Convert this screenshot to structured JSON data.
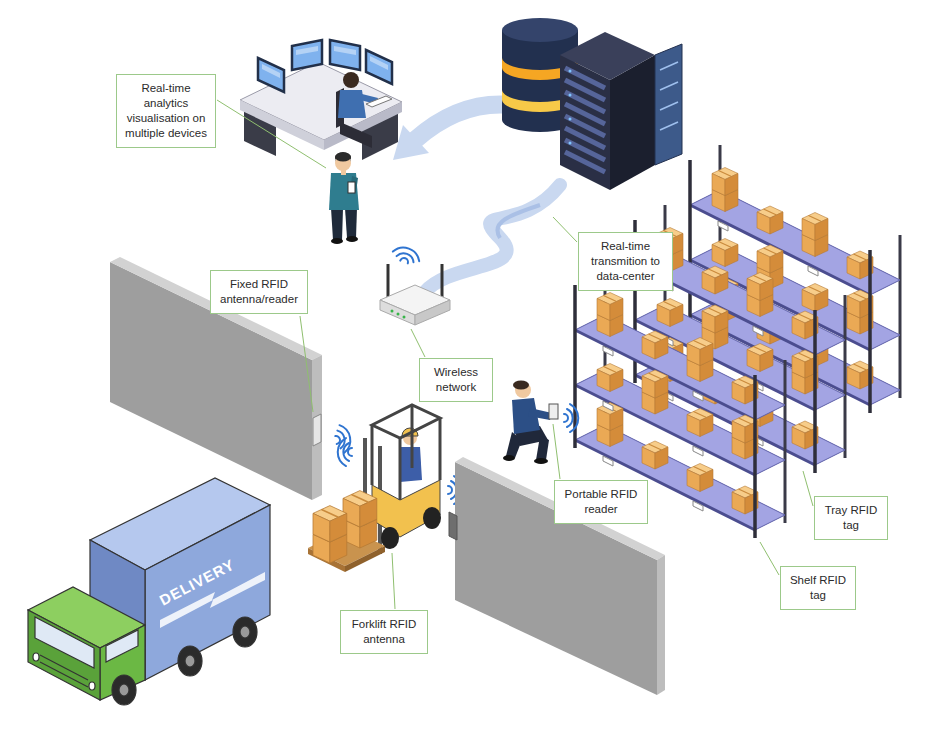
{
  "diagram": {
    "nodes": [
      {
        "text": [
          "Real-time analytics visualisation on multiple devices"
        ]
      },
      {
        "text": [
          "Real-time transmition to data-center"
        ]
      },
      {
        "text": [
          "Fixed RFID antenna/reader"
        ]
      },
      {
        "text": [
          "Wireless network"
        ]
      },
      {
        "text": [
          "Portable RFID reader"
        ]
      },
      {
        "text": [
          "Tray RFID tag"
        ]
      },
      {
        "text": [
          "Shelf RFID tag"
        ]
      },
      {
        "text": [
          "Forklift RFID antenna"
        ]
      }
    ],
    "labels": [
      "DELIVERY"
    ]
  }
}
